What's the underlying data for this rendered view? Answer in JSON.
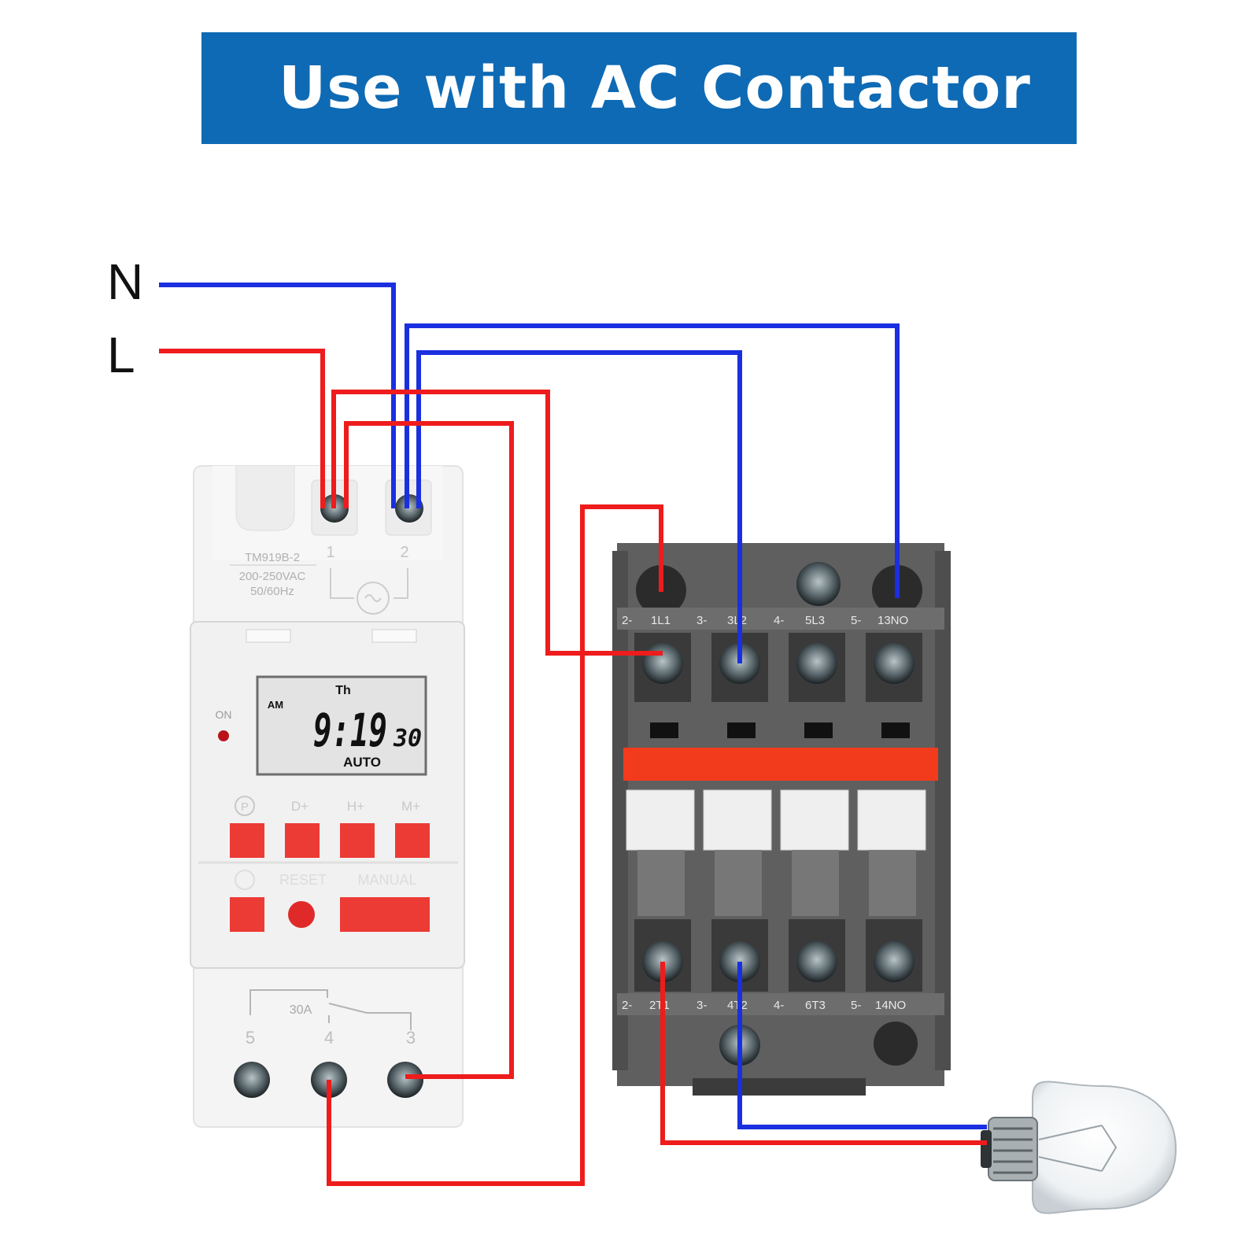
{
  "title": "Use with AC Contactor",
  "line_labels": {
    "neutral": "N",
    "live": "L"
  },
  "timer": {
    "model": "TM919B-2",
    "voltage": "200-250VAC",
    "frequency": "50/60Hz",
    "terminal_top_1": "1",
    "terminal_top_2": "2",
    "indicator_label": "ON",
    "display": {
      "day": "Th",
      "ampm": "AM",
      "time": "9:19",
      "seconds": "30",
      "mode": "AUTO"
    },
    "buttons_row1": [
      "P",
      "D+",
      "H+",
      "M+"
    ],
    "buttons_row2": [
      "RESET",
      "MANUAL"
    ],
    "relay_rating": "30A",
    "terminal_bottom_5": "5",
    "terminal_bottom_4": "4",
    "terminal_bottom_3": "3"
  },
  "contactor": {
    "top_labels": [
      "2-",
      "1L1",
      "3-",
      "3L2",
      "4-",
      "5L3",
      "5-",
      "13NO"
    ],
    "bottom_labels": [
      "2-",
      "2T1",
      "3-",
      "4T2",
      "4-",
      "6T3",
      "5-",
      "14NO"
    ]
  },
  "colors": {
    "banner": "#0e6ab4",
    "live_wire": "#ee1c1c",
    "neutral_wire": "#1a2fe0",
    "contactor_body": "#5f5f5f",
    "contactor_stripe": "#f23b1c",
    "timer_button": "#ec3b35"
  }
}
